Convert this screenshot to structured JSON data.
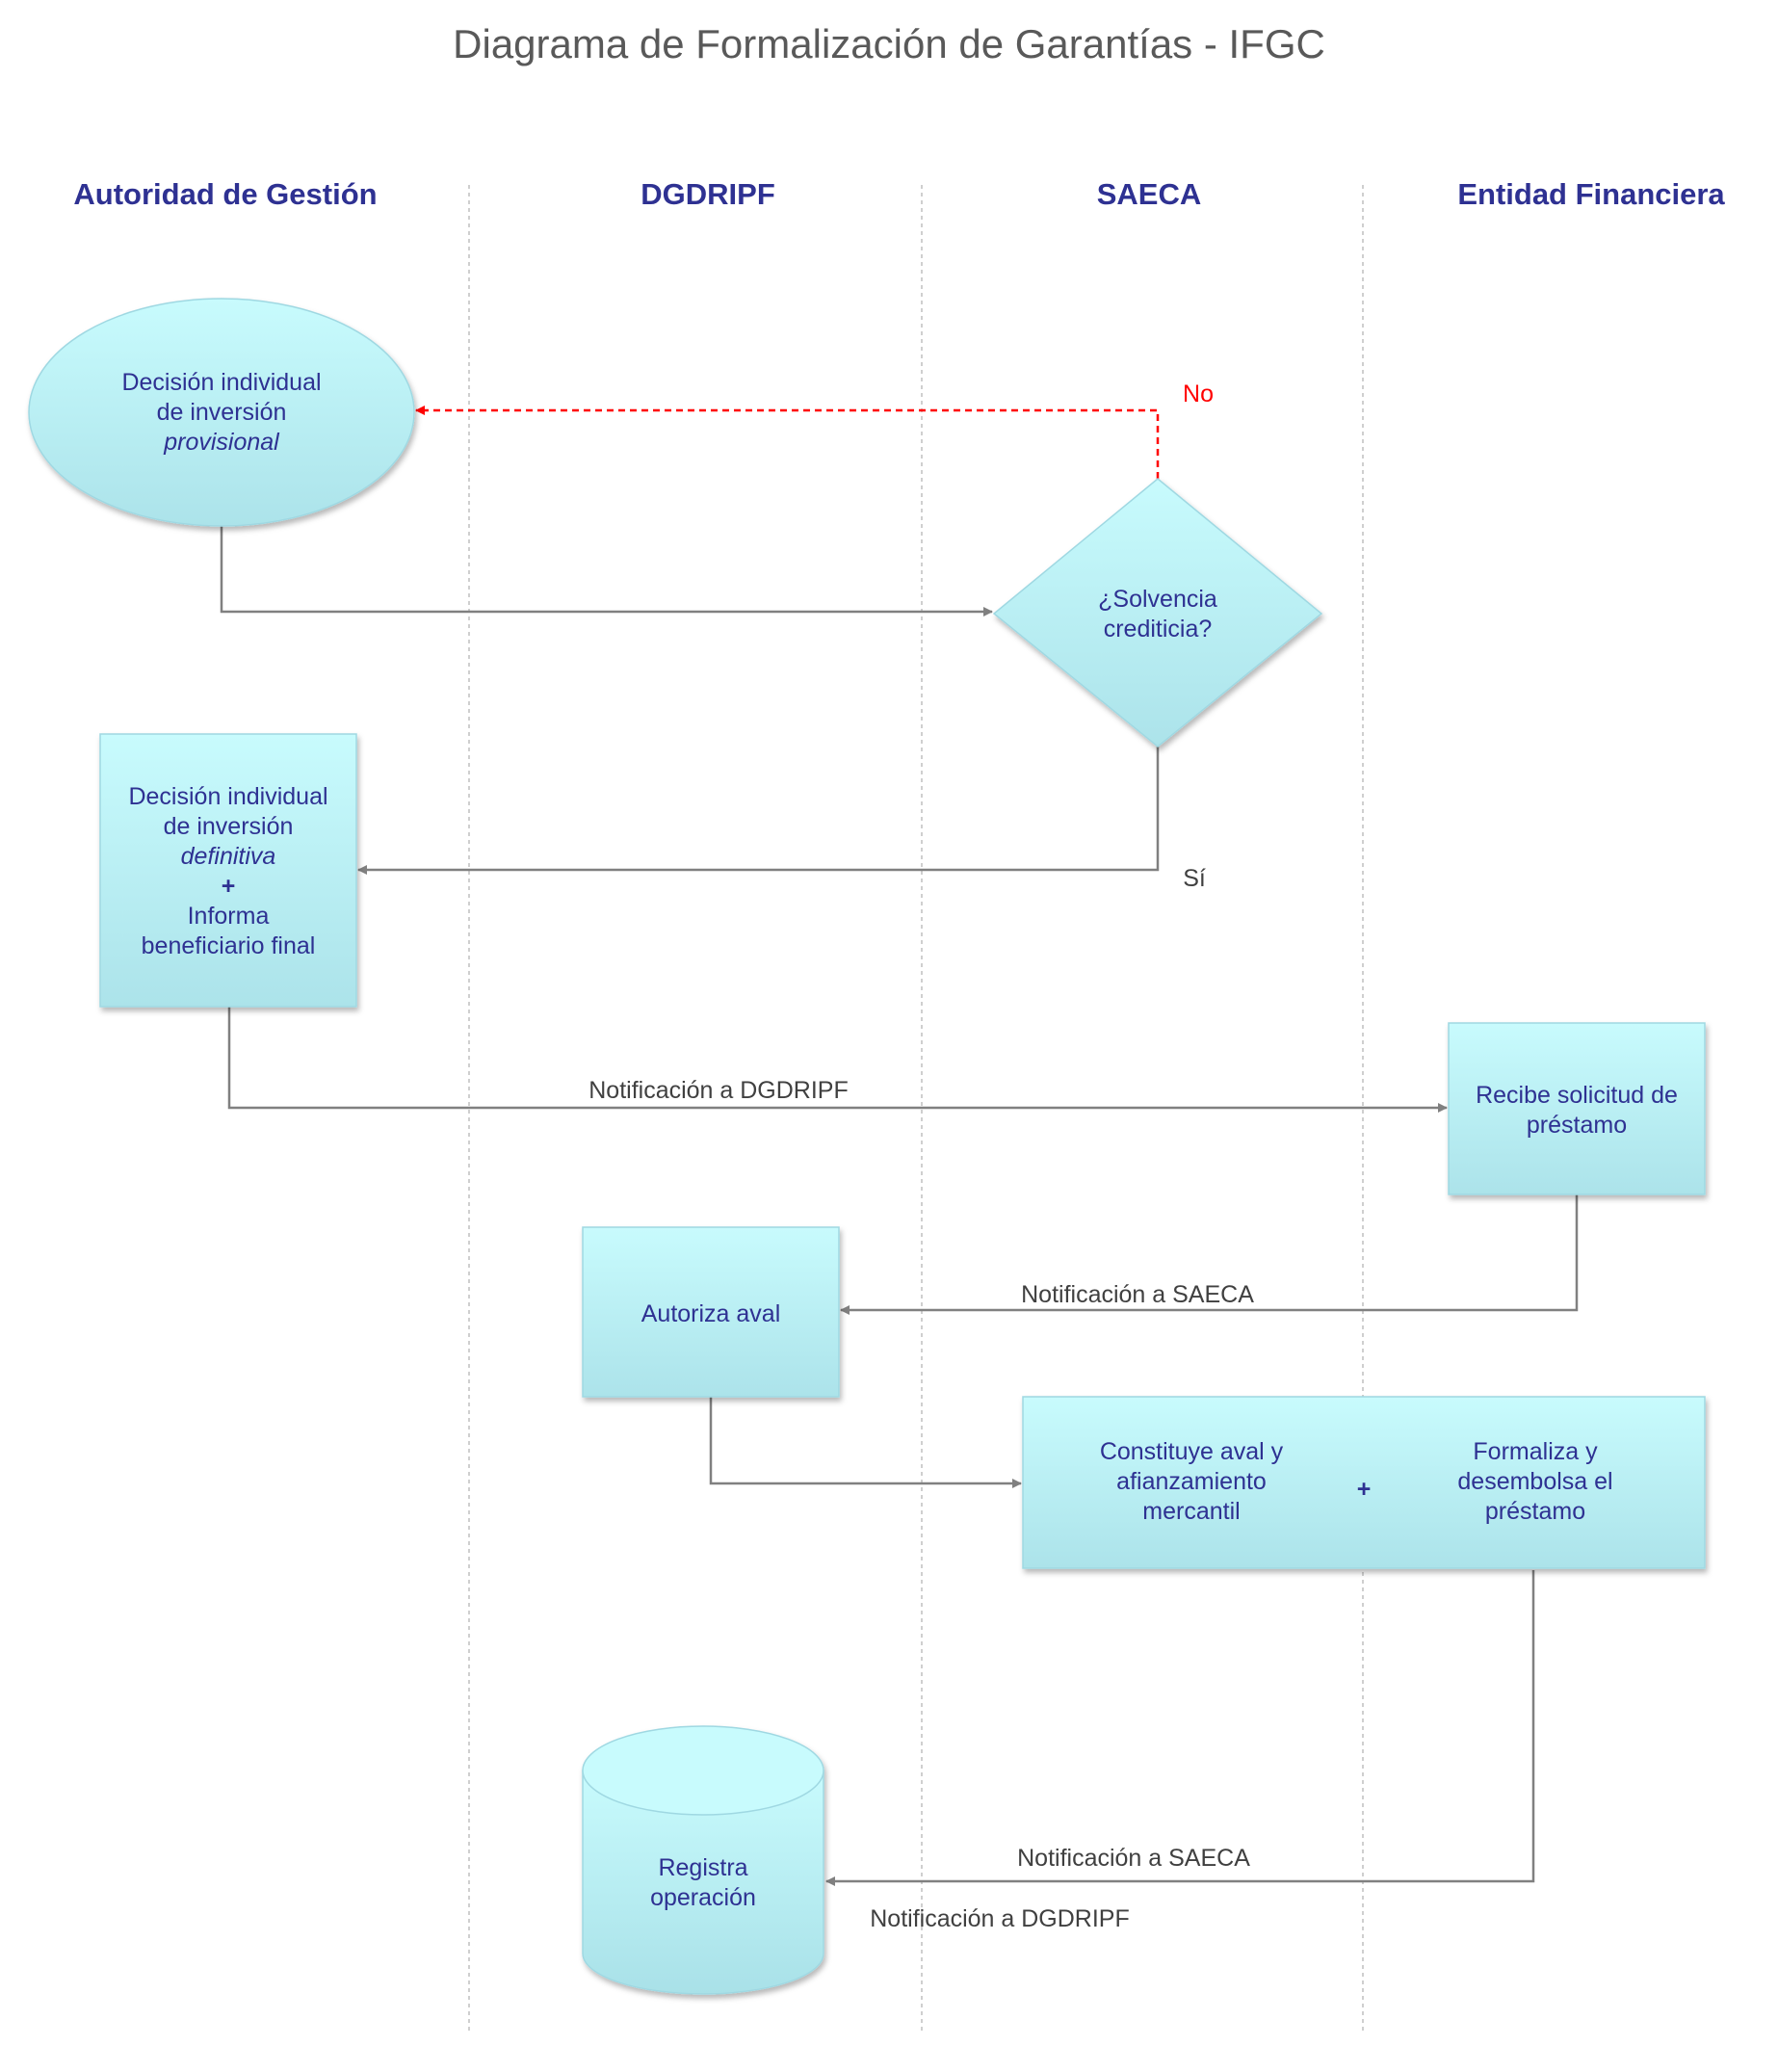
{
  "title": "Diagrama de Formalización de Garantías - IFGC",
  "lanes": [
    "Autoridad de Gestión",
    "DGDRIPF",
    "SAECA",
    "Entidad Financiera"
  ],
  "nodes": {
    "provisional": {
      "line1": "Decisión individual",
      "line2": "de inversión",
      "line3": "provisional"
    },
    "solvencia": {
      "line1": "¿Solvencia",
      "line2": "crediticia?"
    },
    "definitiva": {
      "line1": "Decisión individual",
      "line2": "de inversión",
      "line3": "definitiva",
      "plus": "+",
      "line5": "Informa",
      "line6": "beneficiario final"
    },
    "recibe": {
      "line1": "Recibe solicitud de",
      "line2": "préstamo"
    },
    "autoriza": {
      "line1": "Autoriza aval"
    },
    "constituye": {
      "line1": "Constituye aval y",
      "line2": "afianzamiento",
      "line3": "mercantil"
    },
    "combine_plus": "+",
    "formaliza": {
      "line1": "Formaliza y",
      "line2": "desembolsa el",
      "line3": "préstamo"
    },
    "registra": {
      "line1": "Registra",
      "line2": "operación"
    }
  },
  "labels": {
    "no": "No",
    "si": "Sí",
    "notif_dgdripf_1": "Notificación a DGDRIPF",
    "notif_saeca_1": "Notificación a SAECA",
    "notif_saeca_2": "Notificación a SAECA",
    "notif_dgdripf_2": "Notificación a DGDRIPF"
  },
  "colors": {
    "node_fill_top": "#c8fbfd",
    "node_fill_bottom": "#ace3ea",
    "node_text": "#2e3192",
    "lane_title": "#2e3192",
    "connector": "#808080",
    "no_path": "#ff0000"
  }
}
